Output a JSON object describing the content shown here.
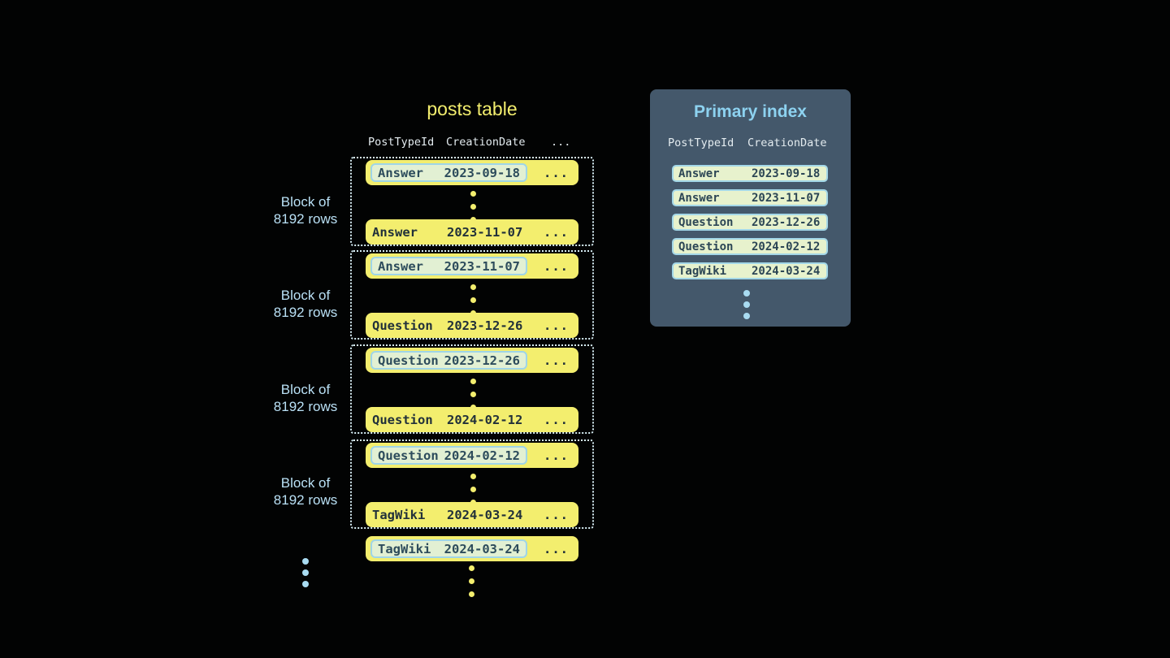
{
  "colors": {
    "background": "#020303",
    "row_yellow": "#f3ee6e",
    "row_text_dark": "#22313a",
    "highlight_pill_bg": "#e2f0d3",
    "highlight_pill_border": "#9fd5e7",
    "highlight_pill_text": "#2d4c5c",
    "block_dotted_border": "#d7eef5",
    "label_blue": "#b9e0f5",
    "panel_bg": "#44586b",
    "panel_title_blue": "#8dd2f0",
    "header_text": "#e3ebef",
    "dot_blue": "#a9dcf2"
  },
  "posts_table": {
    "title": "posts table",
    "headers": {
      "type": "PostTypeId",
      "date": "CreationDate",
      "more": "..."
    },
    "block_label": {
      "line1": "Block of",
      "line2": "8192 rows"
    },
    "row_more": "...",
    "blocks": [
      {
        "first": {
          "type": "Answer",
          "date": "2023-09-18"
        },
        "last": {
          "type": "Answer",
          "date": "2023-11-07"
        }
      },
      {
        "first": {
          "type": "Answer",
          "date": "2023-11-07"
        },
        "last": {
          "type": "Question",
          "date": "2023-12-26"
        }
      },
      {
        "first": {
          "type": "Question",
          "date": "2023-12-26"
        },
        "last": {
          "type": "Question",
          "date": "2024-02-12"
        }
      },
      {
        "first": {
          "type": "Question",
          "date": "2024-02-12"
        },
        "last": {
          "type": "TagWiki",
          "date": "2024-03-24"
        }
      }
    ],
    "tail_row": {
      "type": "TagWiki",
      "date": "2024-03-24"
    }
  },
  "primary_index": {
    "title": "Primary index",
    "headers": {
      "type": "PostTypeId",
      "date": "CreationDate"
    },
    "rows": [
      {
        "type": "Answer",
        "date": "2023-09-18"
      },
      {
        "type": "Answer",
        "date": "2023-11-07"
      },
      {
        "type": "Question",
        "date": "2023-12-26"
      },
      {
        "type": "Question",
        "date": "2024-02-12"
      },
      {
        "type": "TagWiki",
        "date": "2024-03-24"
      }
    ]
  }
}
